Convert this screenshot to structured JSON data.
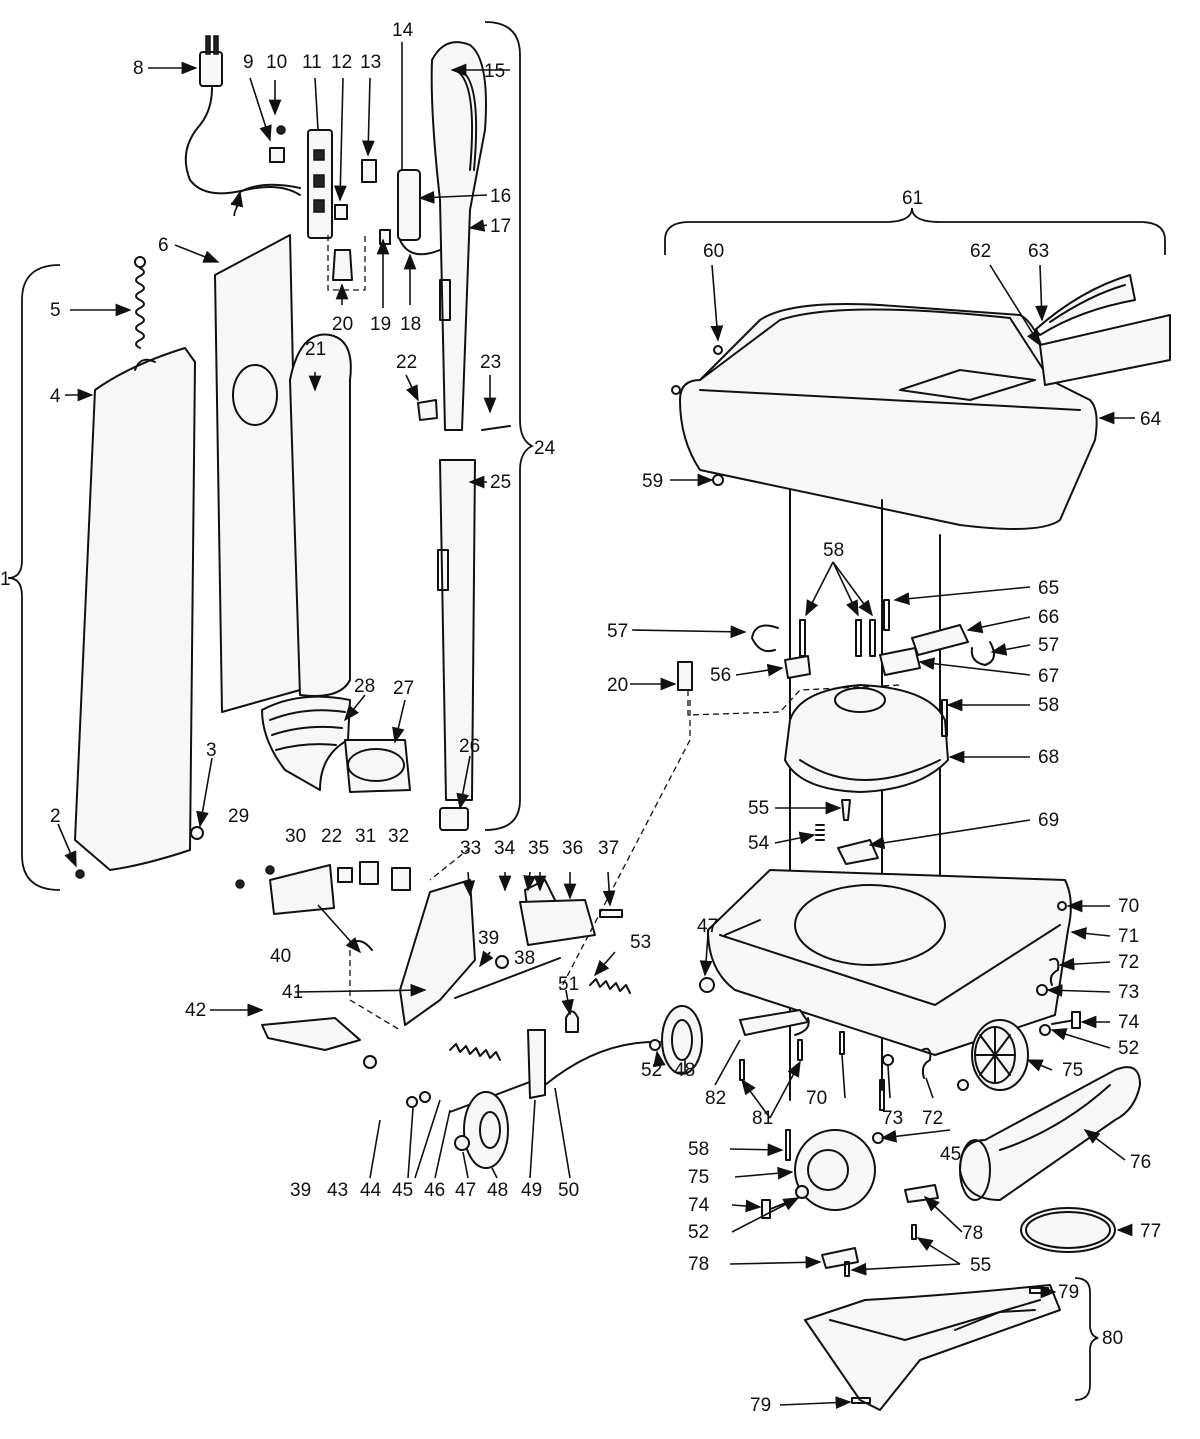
{
  "labels": {
    "l1": "1",
    "l2": "2",
    "l3": "3",
    "l4": "4",
    "l5": "5",
    "l6": "6",
    "l7": "7",
    "l8": "8",
    "l9": "9",
    "l10": "10",
    "l11": "11",
    "l12": "12",
    "l13": "13",
    "l14": "14",
    "l15": "15",
    "l16": "16",
    "l17": "17",
    "l18": "18",
    "l19": "19",
    "l20a": "20",
    "l21": "21",
    "l22a": "22",
    "l23": "23",
    "l24": "24",
    "l25": "25",
    "l26": "26",
    "l27": "27",
    "l28": "28",
    "l29": "29",
    "l30": "30",
    "l22b": "22",
    "l31": "31",
    "l32": "32",
    "l33": "33",
    "l34": "34",
    "l35": "35",
    "l36": "36",
    "l37": "37",
    "l38": "38",
    "l39a": "39",
    "l40": "40",
    "l41": "41",
    "l42": "42",
    "l39b": "39",
    "l43": "43",
    "l44": "44",
    "l45a": "45",
    "l46": "46",
    "l47a": "47",
    "l48a": "48",
    "l49": "49",
    "l50": "50",
    "l51": "51",
    "l52a": "52",
    "l48b": "48",
    "l47b": "47",
    "l53": "53",
    "l61": "61",
    "l60": "60",
    "l62": "62",
    "l63": "63",
    "l64": "64",
    "l59": "59",
    "l58a": "58",
    "l65": "65",
    "l66": "66",
    "l57a": "57",
    "l57b": "57",
    "l20b": "20",
    "l56": "56",
    "l67": "67",
    "l58b": "58",
    "l68": "68",
    "l55a": "55",
    "l54": "54",
    "l69": "69",
    "l70a": "70",
    "l71": "71",
    "l72a": "72",
    "l73a": "73",
    "l74a": "74",
    "l52b": "52",
    "l75a": "75",
    "l82": "82",
    "l81": "81",
    "l70b": "70",
    "l73b": "73",
    "l72b": "72",
    "l45b": "45",
    "l58c": "58",
    "l75b": "75",
    "l76": "76",
    "l74b": "74",
    "l52c": "52",
    "l77": "77",
    "l78a": "78",
    "l78b": "78",
    "l55b": "55",
    "l79a": "79",
    "l80": "80",
    "l79b": "79"
  }
}
